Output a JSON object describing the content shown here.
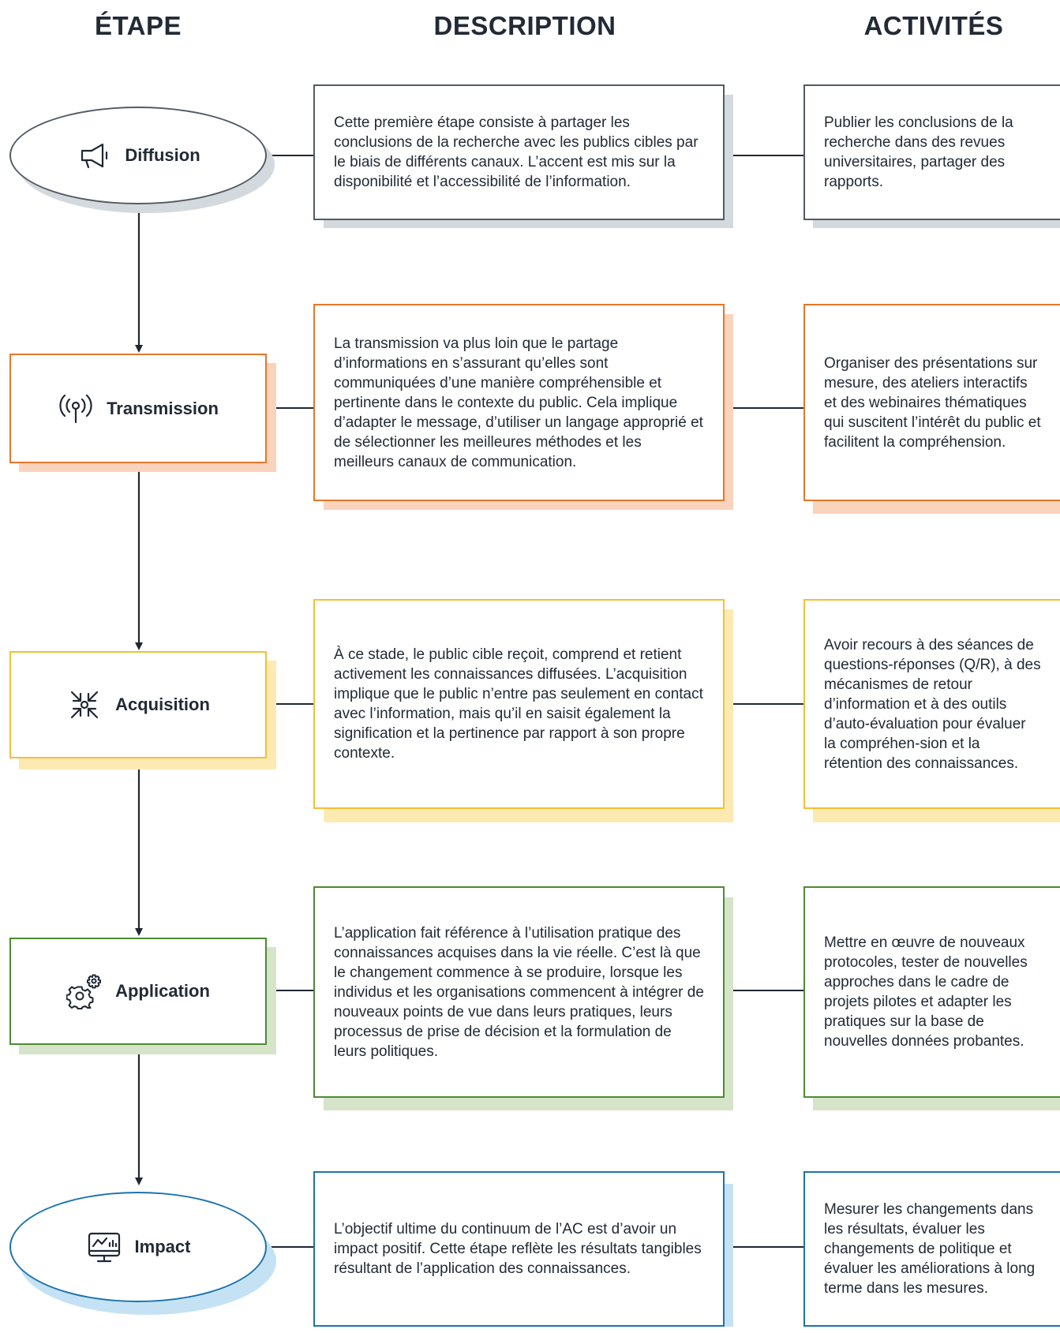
{
  "headers": {
    "stage": "ÉTAPE",
    "description": "DESCRIPTION",
    "activities": "ACTIVITÉS"
  },
  "colors": {
    "diffusion": "#525b66",
    "diffusion_shadow": "#d4d9de",
    "transmission": "#e7762b",
    "transmission_shadow": "#fad3bd",
    "acquisition": "#f5bf33",
    "acquisition_shadow": "#fdeab3",
    "application": "#4e8a32",
    "application_shadow": "#d6e4ca",
    "impact": "#1b73ad",
    "impact_shadow": "#c5e2f5"
  },
  "rows": [
    {
      "stage": "Diffusion",
      "icon": "megaphone-icon",
      "description": "Cette première étape consiste à partager les conclusions de la recherche avec les publics cibles par le biais de différents canaux. L’accent est mis sur la disponibilité et l’accessibilité de l’information.",
      "activities": "Publier les conclusions de la recherche dans des revues universitaires, partager des rapports."
    },
    {
      "stage": "Transmission",
      "icon": "broadcast-antenna-icon",
      "description": "La transmission va plus loin que le partage d’informations en s’assurant qu’elles sont communiquées d’une manière compréhensible et pertinente dans le contexte du public. Cela implique d’adapter le message, d’utiliser un langage approprié et de sélectionner les meilleures méthodes et les meilleurs canaux de communication.",
      "activities": "Organiser des présentations sur mesure, des ateliers interactifs et des webinaires thématiques qui suscitent l’intérêt du public et facilitent la compréhension."
    },
    {
      "stage": "Acquisition",
      "icon": "converge-arrows-icon",
      "description": "À ce stade, le public cible reçoit, comprend et retient activement les connaissances diffusées. L’acquisition implique que le public n’entre pas seulement en contact avec l’information, mais qu’il en saisit également la signification et la pertinence par rapport à son propre contexte.",
      "activities": "Avoir recours à des séances de questions-réponses (Q/R), à des mécanismes de retour d’information et à des outils d’auto-évaluation pour évaluer la compréhen-sion et la rétention des connaissances."
    },
    {
      "stage": "Application",
      "icon": "gears-icon",
      "description": "L’application fait référence à l’utilisation pratique des connaissances acquises dans la vie réelle. C’est là que le changement commence à se produire, lorsque les individus et les organisations commencent à intégrer de nouveaux points de vue dans leurs pratiques, leurs processus de prise de décision et la formulation de leurs politiques.",
      "activities": "Mettre en œuvre de nouveaux protocoles, tester de nouvelles approches dans le cadre de projets pilotes et adapter les pratiques sur la base de nouvelles données probantes."
    },
    {
      "stage": "Impact",
      "icon": "monitor-chart-icon",
      "description": "L’objectif ultime du continuum de l’AC est d’avoir un impact positif. Cette étape reflète les résultats tangibles résultant de l’application des connaissances.",
      "activities": "Mesurer les changements dans les résultats, évaluer les changements de politique et évaluer les améliorations à long terme dans les mesures."
    }
  ]
}
